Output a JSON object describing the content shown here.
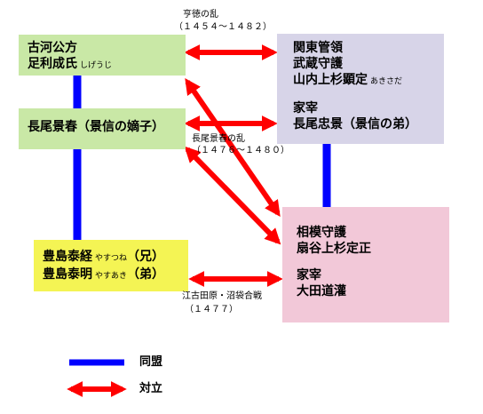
{
  "colors": {
    "green": "#c9e8a6",
    "purple": "#d7d4e8",
    "pink": "#f2c8d8",
    "yellow": "#f4f454",
    "alliance": "#0000ff",
    "conflict": "#ff0000"
  },
  "boxes": {
    "kogakubo": {
      "line1": "古河公方",
      "line2": "足利成氏",
      "line2_ruby": "しげうじ"
    },
    "nagao_kageharu": {
      "line1": "長尾景春（景信の嫡子）"
    },
    "kanto_kanrei": {
      "line1": "関東管領",
      "line2": "武蔵守護",
      "line3": "山内上杉顕定",
      "line3_ruby": "あきさだ",
      "line4": "家宰",
      "line5": "長尾忠景（景信の弟）"
    },
    "sagami": {
      "line1": "相模守護",
      "line2": "扇谷上杉定正",
      "line3": "家宰",
      "line4": "大田道灌"
    },
    "toshima": {
      "line1": "豊島泰経",
      "line1_ruby": "やすつね",
      "line1_suffix": "（兄）",
      "line2": "豊島泰明",
      "line2_ruby": "やすあき",
      "line2_suffix": "（弟）"
    }
  },
  "events": {
    "kyotoku_name": "亨徳の乱",
    "kyotoku_years": "（１４５４～１４８２）",
    "nagao_name": "長尾景春の乱",
    "nagao_years": "（１４７６～１４８０）",
    "egota_name": "江古田原・沼袋合戦",
    "egota_years": "（１４７７）"
  },
  "legend": {
    "alliance": "同盟",
    "conflict": "対立"
  }
}
